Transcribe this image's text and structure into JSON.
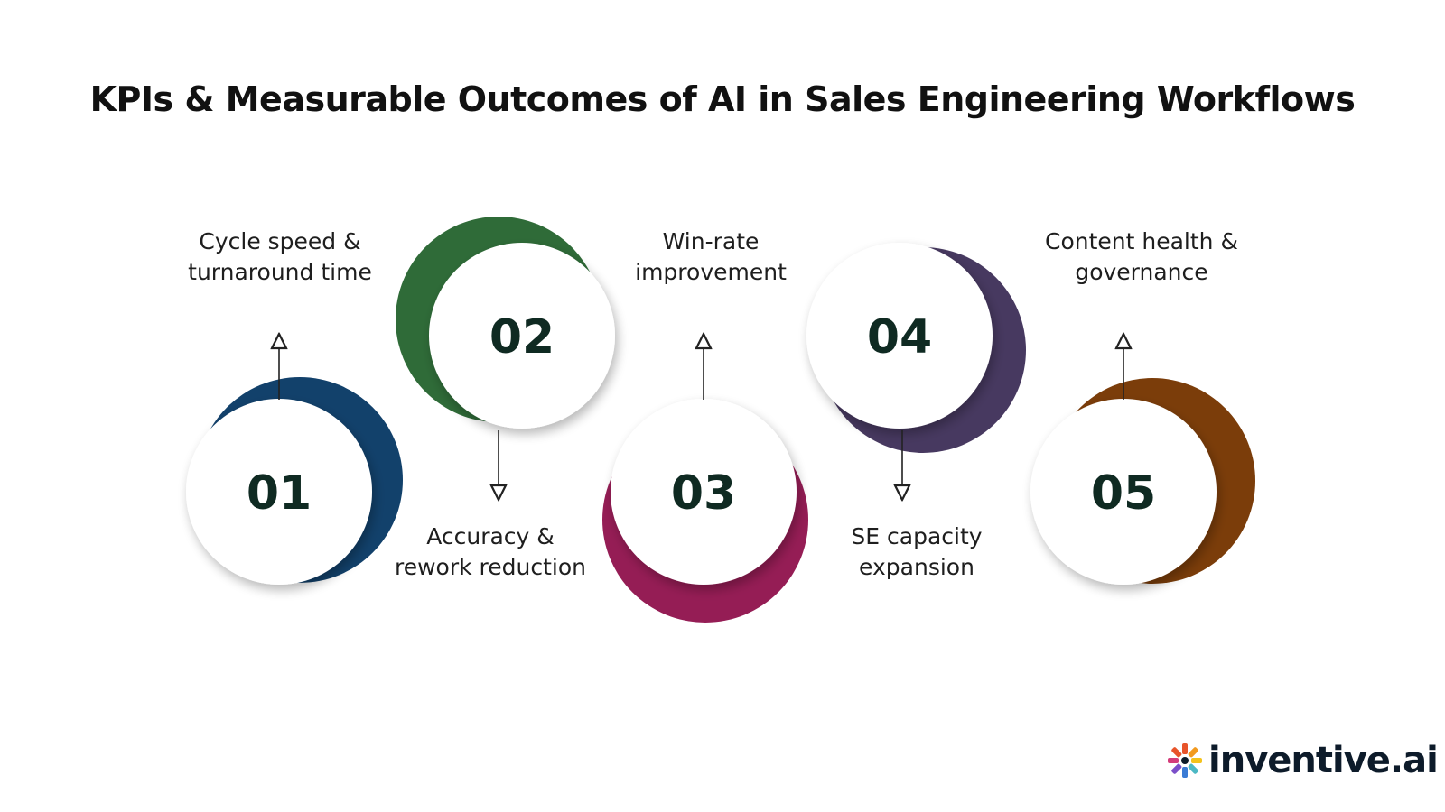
{
  "title": "KPIs & Measurable Outcomes of AI in Sales Engineering Workflows",
  "steps": [
    {
      "number": "01",
      "label_lines": [
        "Cycle speed &",
        "turnaround time"
      ],
      "color": "#12416b"
    },
    {
      "number": "02",
      "label_lines": [
        "Accuracy &",
        "rework reduction"
      ],
      "color": "#2f6b38"
    },
    {
      "number": "03",
      "label_lines": [
        "Win-rate",
        "improvement"
      ],
      "color": "#951d55"
    },
    {
      "number": "04",
      "label_lines": [
        "SE capacity",
        "expansion"
      ],
      "color": "#473960"
    },
    {
      "number": "05",
      "label_lines": [
        "Content health &",
        "governance"
      ],
      "color": "#7b3d0a"
    }
  ],
  "number_color": "#0f2a22",
  "logo": {
    "text": "inventive.ai",
    "icon": "pinwheel-logo-icon"
  }
}
